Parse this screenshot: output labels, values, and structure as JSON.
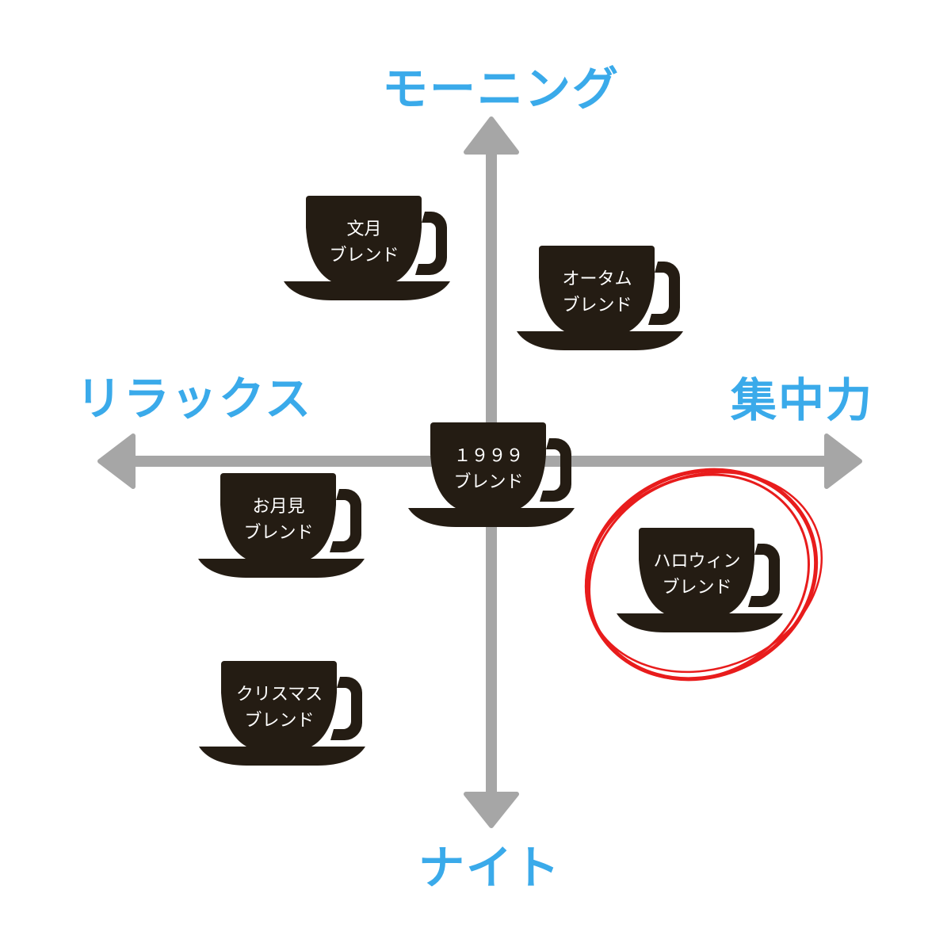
{
  "axes": {
    "top": "モーニング",
    "bottom": "ナイト",
    "left": "リラックス",
    "right": "集中力"
  },
  "blends": [
    {
      "line1": "文月",
      "line2": "ブレンド"
    },
    {
      "line1": "オータム",
      "line2": "ブレンド"
    },
    {
      "line1": "１９９９",
      "line2": "ブレンド"
    },
    {
      "line1": "お月見",
      "line2": "ブレンド"
    },
    {
      "line1": "ハロウィン",
      "line2": "ブレンド",
      "highlighted": true
    },
    {
      "line1": "クリスマス",
      "line2": "ブレンド"
    }
  ],
  "colors": {
    "axis_label": "#3aaaea",
    "axis_line": "#a6a6a6",
    "cup": "#241c13",
    "highlight": "#e81c1c"
  }
}
